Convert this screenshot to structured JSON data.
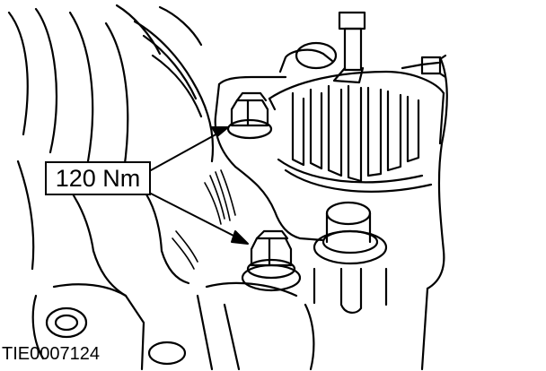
{
  "callout": {
    "torque": "120 Nm"
  },
  "figure": {
    "code": "TIE0007124"
  },
  "colors": {
    "ink": "#000000",
    "paper": "#ffffff"
  },
  "icons": [
    "bolt-upper",
    "bolt-lower",
    "leader-arrow-upper",
    "leader-arrow-lower"
  ]
}
